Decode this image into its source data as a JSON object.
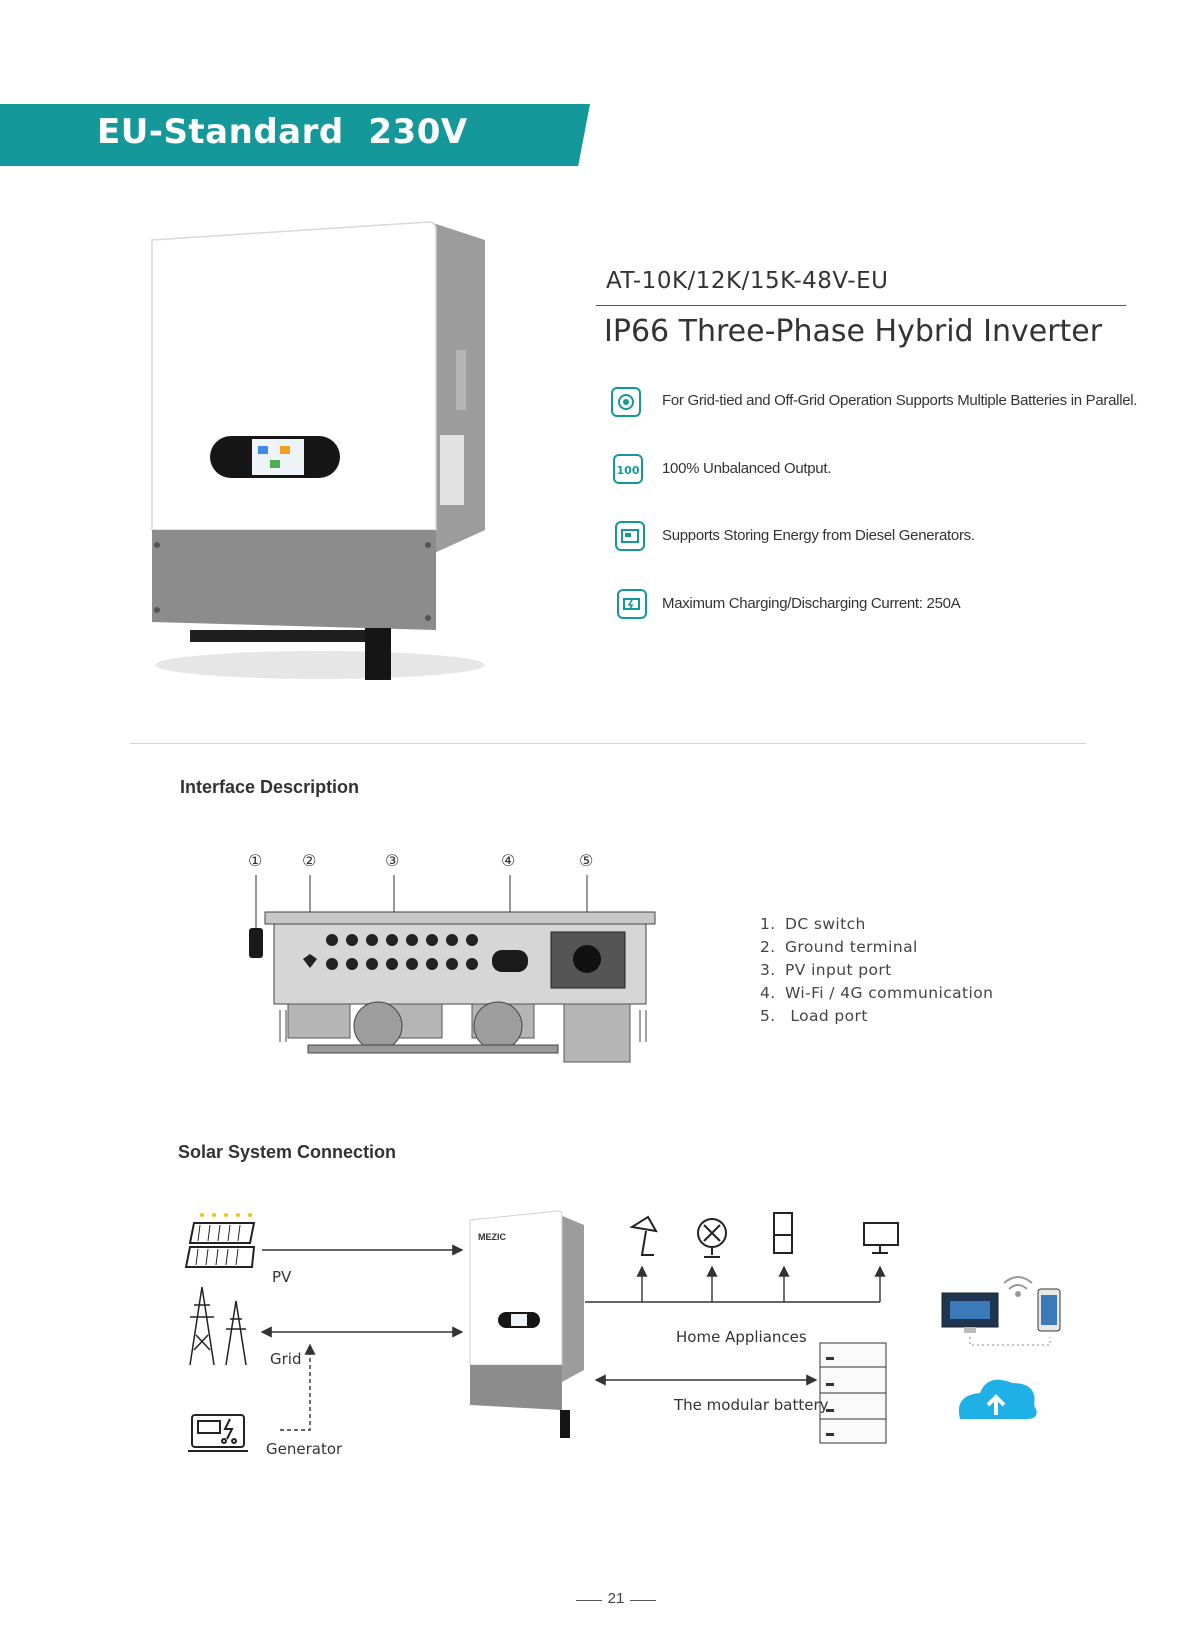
{
  "banner": {
    "text": "EU-Standard  230V"
  },
  "product": {
    "model": "AT-10K/12K/15K-48V-EU",
    "name": "IP66 Three-Phase Hybrid Inverter"
  },
  "features": [
    {
      "icon": "grid-parallel-icon",
      "text": "For Grid-tied and Off-Grid Operation Supports Multiple Batteries in Parallel."
    },
    {
      "icon": "100-percent-icon",
      "text": "100% Unbalanced Output."
    },
    {
      "icon": "diesel-generator-icon",
      "text": "Supports Storing Energy from Diesel Generators."
    },
    {
      "icon": "battery-charge-icon",
      "text": "Maximum Charging/Discharging Current: 250A"
    }
  ],
  "interface": {
    "title": "Interface Description",
    "markers": [
      "①",
      "②",
      "③",
      "④",
      "⑤"
    ],
    "items": [
      {
        "num": "1.",
        "label": "DC switch"
      },
      {
        "num": "2.",
        "label": "Ground terminal"
      },
      {
        "num": "3.",
        "label": "PV input port"
      },
      {
        "num": "4.",
        "label": "Wi-Fi / 4G communication"
      },
      {
        "num": "5.",
        "label": " Load port"
      }
    ]
  },
  "connection": {
    "title": "Solar System Connection",
    "pv": "PV",
    "grid": "Grid",
    "generator": "Generator",
    "home": "Home Appliances",
    "battery": "The modular battery",
    "brand": "MEZIC"
  },
  "page": {
    "number": "21"
  },
  "colors": {
    "accent": "#15989a",
    "cloud": "#1fb0e6",
    "device_gray": "#8c8c8c"
  }
}
